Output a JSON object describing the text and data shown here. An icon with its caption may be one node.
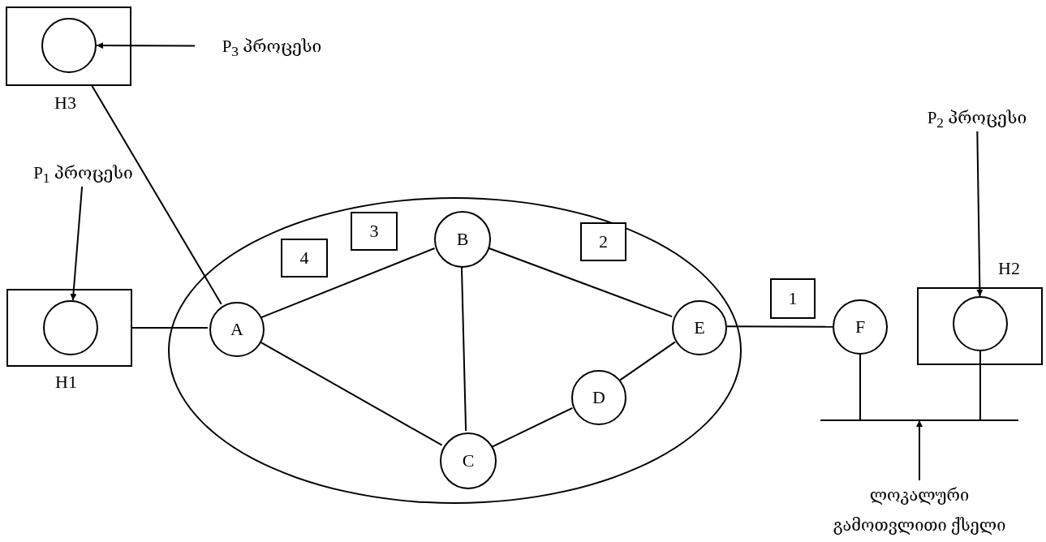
{
  "diagram": {
    "nodes": [
      {
        "text": [
          "H3"
        ]
      },
      {
        "text": [],
        "shape": "circle",
        "in": 0
      },
      {
        "text": [
          "P$_{3}$ პროცესი"
        ]
      },
      {
        "text": [],
        "shape": "ellipse"
      },
      {
        "text": [
          "P$_{1}$ პროცესი"
        ]
      },
      {
        "text": [
          "H1"
        ]
      },
      {
        "text": [],
        "shape": "circle",
        "in": 5
      },
      {
        "text": [
          "A"
        ],
        "in": 3
      },
      {
        "text": [
          "B"
        ],
        "in": 3
      },
      {
        "text": [
          "C"
        ],
        "in": 3
      },
      {
        "text": [
          "D"
        ],
        "in": 3
      },
      {
        "text": [
          "E"
        ],
        "in": 3
      },
      {
        "text": [
          "4"
        ],
        "in": 3
      },
      {
        "text": [
          "3"
        ],
        "in": 3
      },
      {
        "text": [
          "2"
        ],
        "in": 3
      },
      {
        "text": [
          "1"
        ]
      },
      {
        "text": [
          "F"
        ]
      },
      {
        "text": [
          "P$_{2}$ პროცესი"
        ]
      },
      {
        "text": [
          "H2"
        ]
      },
      {
        "text": [],
        "shape": "circle",
        "in": 18
      },
      {
        "text": [],
        "shape": "bar"
      },
      {
        "text": [
          "ლოკალური გამოთვლითი ქსელი"
        ]
      }
    ],
    "edges": [
      {
        "from": 2,
        "to": 1,
        "arrow": "to"
      },
      {
        "from": 0,
        "to": 7,
        "arrow": "none"
      },
      {
        "from": 4,
        "to": 6,
        "arrow": "to"
      },
      {
        "from": 5,
        "to": 7,
        "arrow": "none"
      },
      {
        "from": 7,
        "to": 8,
        "arrow": "none"
      },
      {
        "from": 7,
        "to": 9,
        "arrow": "none"
      },
      {
        "from": 8,
        "to": 9,
        "arrow": "none"
      },
      {
        "from": 8,
        "to": 11,
        "arrow": "none"
      },
      {
        "from": 9,
        "to": 10,
        "arrow": "none"
      },
      {
        "from": 10,
        "to": 11,
        "arrow": "none"
      },
      {
        "from": 11,
        "to": 16,
        "arrow": "none"
      },
      {
        "from": 17,
        "to": 19,
        "arrow": "to"
      },
      {
        "from": 16,
        "to": 20,
        "arrow": "none"
      },
      {
        "from": 19,
        "to": 20,
        "arrow": "none"
      },
      {
        "from": 21,
        "to": 20,
        "arrow": "to"
      }
    ]
  }
}
